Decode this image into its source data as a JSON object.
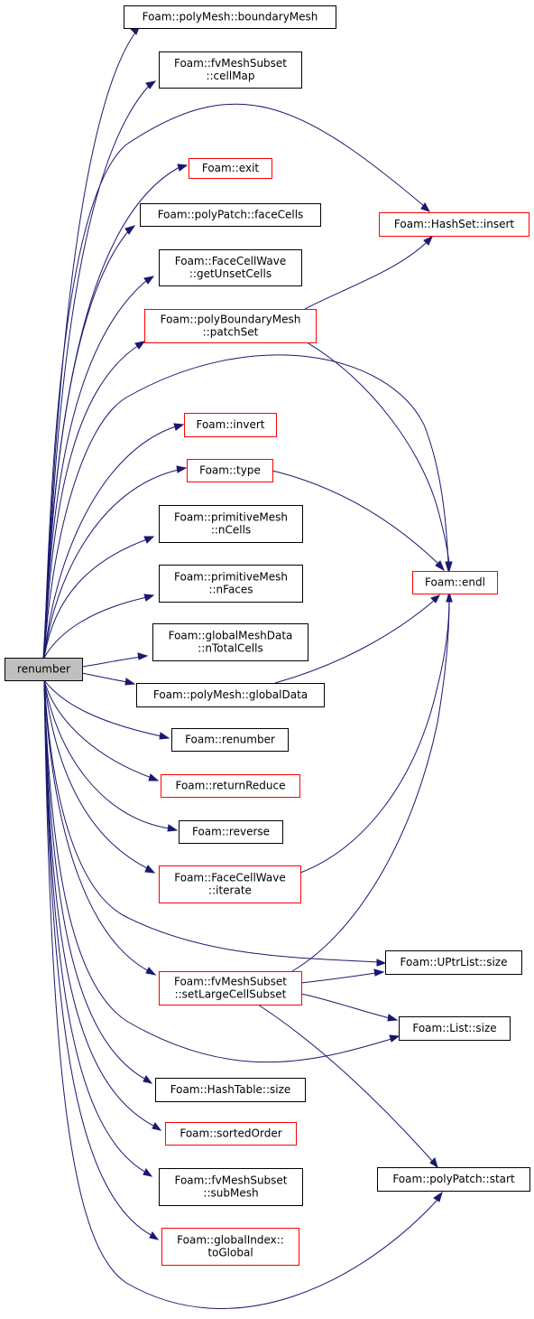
{
  "colors": {
    "edge": "#191970",
    "root_fill": "#bfbfbf",
    "border_documented": "#000000",
    "border_undocumented": "#ff0000"
  },
  "root": {
    "label": "renumber"
  },
  "nodes": {
    "boundaryMesh": {
      "lines": [
        "Foam::polyMesh::boundaryMesh"
      ]
    },
    "cellMap": {
      "lines": [
        "Foam::fvMeshSubset",
        "::cellMap"
      ]
    },
    "exit": {
      "lines": [
        "Foam::exit"
      ]
    },
    "faceCells": {
      "lines": [
        "Foam::polyPatch::faceCells"
      ]
    },
    "hashSetInsert": {
      "lines": [
        "Foam::HashSet::insert"
      ]
    },
    "getUnsetCells": {
      "lines": [
        "Foam::FaceCellWave",
        "::getUnsetCells"
      ]
    },
    "patchSet": {
      "lines": [
        "Foam::polyBoundaryMesh",
        "::patchSet"
      ]
    },
    "invert": {
      "lines": [
        "Foam::invert"
      ]
    },
    "type": {
      "lines": [
        "Foam::type"
      ]
    },
    "nCells": {
      "lines": [
        "Foam::primitiveMesh",
        "::nCells"
      ]
    },
    "endl": {
      "lines": [
        "Foam::endl"
      ]
    },
    "nFaces": {
      "lines": [
        "Foam::primitiveMesh",
        "::nFaces"
      ]
    },
    "nTotalCells": {
      "lines": [
        "Foam::globalMeshData",
        "::nTotalCells"
      ]
    },
    "globalData": {
      "lines": [
        "Foam::polyMesh::globalData"
      ]
    },
    "renumberCallee": {
      "lines": [
        "Foam::renumber"
      ]
    },
    "returnReduce": {
      "lines": [
        "Foam::returnReduce"
      ]
    },
    "reverse": {
      "lines": [
        "Foam::reverse"
      ]
    },
    "iterate": {
      "lines": [
        "Foam::FaceCellWave",
        "::iterate"
      ]
    },
    "uptrSize": {
      "lines": [
        "Foam::UPtrList::size"
      ]
    },
    "setLargeCellSubset": {
      "lines": [
        "Foam::fvMeshSubset",
        "::setLargeCellSubset"
      ]
    },
    "listSize": {
      "lines": [
        "Foam::List::size"
      ]
    },
    "hashTableSize": {
      "lines": [
        "Foam::HashTable::size"
      ]
    },
    "sortedOrder": {
      "lines": [
        "Foam::sortedOrder"
      ]
    },
    "polyPatchStart": {
      "lines": [
        "Foam::polyPatch::start"
      ]
    },
    "subMesh": {
      "lines": [
        "Foam::fvMeshSubset",
        "::subMesh"
      ]
    },
    "toGlobal": {
      "lines": [
        "Foam::globalIndex::",
        "toGlobal"
      ]
    }
  }
}
